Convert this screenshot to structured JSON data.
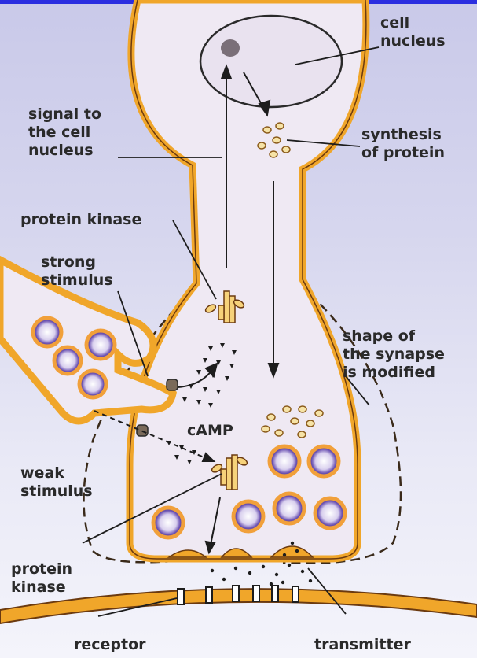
{
  "labels": {
    "cell_nucleus": [
      "cell",
      "nucleus"
    ],
    "signal_to_nucleus": [
      "signal to",
      "the cell",
      "nucleus"
    ],
    "synthesis_of_protein": [
      "synthesis",
      "of protein"
    ],
    "protein_kinase_top": "protein kinase",
    "strong_stimulus": [
      "strong",
      "stimulus"
    ],
    "shape_of_synapse": [
      "shape of",
      "the synapse",
      "is modified"
    ],
    "camp": "cAMP",
    "weak_stimulus": [
      "weak",
      "stimulus"
    ],
    "protein_kinase_bottom": [
      "protein",
      "kinase"
    ],
    "receptor": "receptor",
    "transmitter": "transmitter"
  },
  "colors": {
    "membrane": "#f0a62a",
    "membrane_dark": "#6b3a10",
    "cytoplasm": "#efe9f3",
    "vesicle_rim": "#f1a03a",
    "vesicle_inner": "#6e55b4",
    "text": "#2a2a2a",
    "top_bar": "#2b2ee0"
  }
}
